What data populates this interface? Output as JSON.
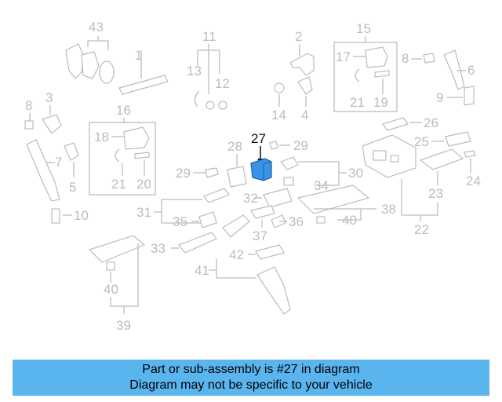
{
  "callouts": {
    "c43": "43",
    "c1": "1",
    "c11": "11",
    "c13": "13",
    "c12": "12",
    "c2": "2",
    "c14": "14",
    "c4": "4",
    "c15": "15",
    "c17": "17",
    "c21a": "21",
    "c19": "19",
    "c8a": "8",
    "c6": "6",
    "c9": "9",
    "c8b": "8",
    "c3": "3",
    "c16": "16",
    "c18": "18",
    "c21b": "21",
    "c20": "20",
    "c7": "7",
    "c5": "5",
    "c10": "10",
    "c27": "27",
    "c28": "28",
    "c29a": "29",
    "c29b": "29",
    "c26": "26",
    "c25": "25",
    "c24": "24",
    "c30": "30",
    "c34": "34",
    "c23": "23",
    "c31": "31",
    "c32": "32",
    "c35": "35",
    "c37": "37",
    "c36": "36",
    "c40a": "40",
    "c38": "38",
    "c22": "22",
    "c33": "33",
    "c42": "42",
    "c41": "41",
    "c40b": "40",
    "c39": "39"
  },
  "highlight": {
    "part": "27",
    "color": "#3a93e6"
  },
  "banner": {
    "line1": "Part or sub-assembly is #27 in diagram",
    "line2": "Diagram may not be specific to your vehicle",
    "color": "#5ab5ee"
  }
}
